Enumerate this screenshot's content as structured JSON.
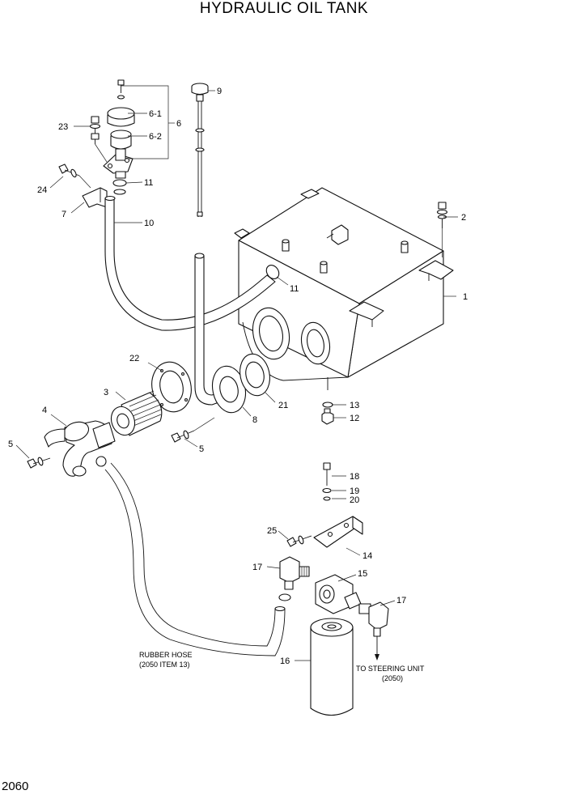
{
  "title": "HYDRAULIC OIL TANK",
  "page_number": "2060",
  "notes": {
    "rubber_hose_line1": "RUBBER HOSE",
    "rubber_hose_line2": "(2050 ITEM 13)",
    "steering_line1": "TO STEERING UNIT",
    "steering_line2": "(2050)"
  },
  "callouts": {
    "c1": "1",
    "c2": "2",
    "c3": "3",
    "c4": "4",
    "c5a": "5",
    "c5b": "5",
    "c6": "6",
    "c6_1": "6-1",
    "c6_2": "6-2",
    "c7": "7",
    "c8": "8",
    "c9": "9",
    "c10": "10",
    "c11a": "11",
    "c11b": "11",
    "c12": "12",
    "c13": "13",
    "c14": "14",
    "c15": "15",
    "c16": "16",
    "c17a": "17",
    "c17b": "17",
    "c18": "18",
    "c19": "19",
    "c20": "20",
    "c21": "21",
    "c22": "22",
    "c23": "23",
    "c24": "24",
    "c25": "25"
  }
}
